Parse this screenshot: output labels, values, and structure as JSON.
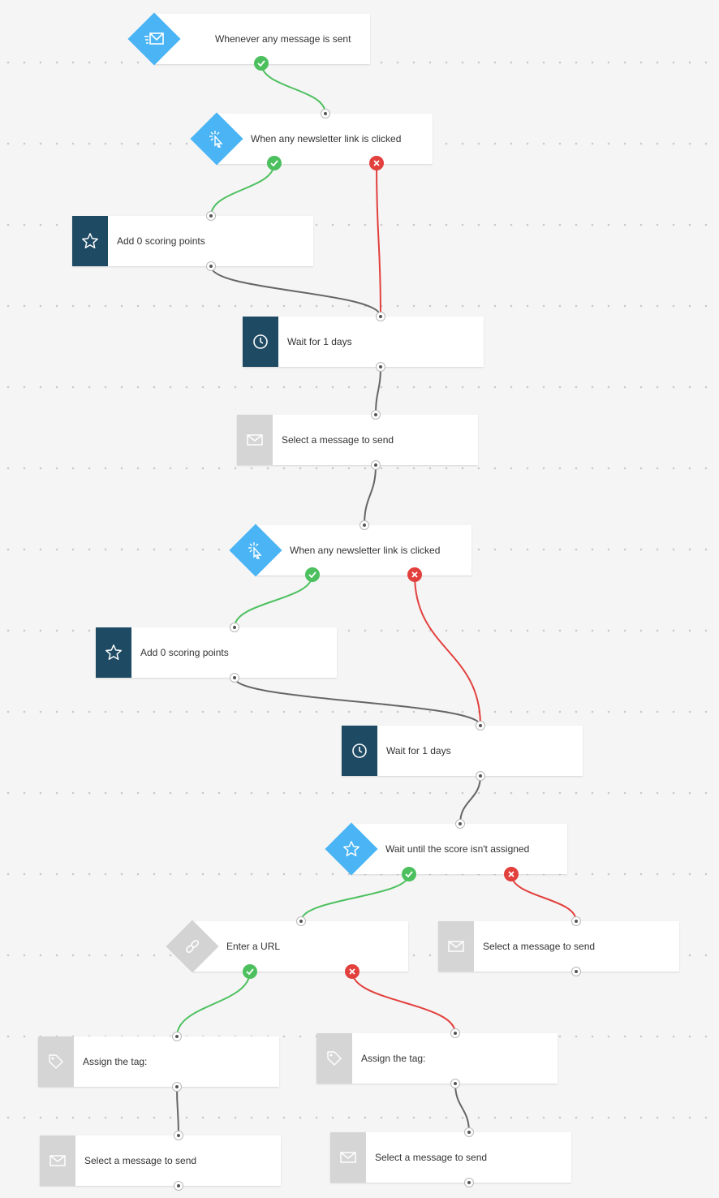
{
  "canvas": {
    "title": ""
  },
  "colors": {
    "trigger_blue": "#4ab4f4",
    "action_dark": "#1e4a63",
    "inactive_gray": "#d5d5d5",
    "yes_green": "#4cc05e",
    "no_red": "#e2403d",
    "wire_gray": "#666666"
  },
  "nodes": [
    {
      "id": "n1",
      "label": "Whenever any message is sent",
      "icon": "envelope-send-icon"
    },
    {
      "id": "n2",
      "label": "When any newsletter link is clicked",
      "icon": "cursor-click-icon"
    },
    {
      "id": "n3",
      "label": "Add 0 scoring points",
      "icon": "star-icon"
    },
    {
      "id": "n4",
      "label": "Wait for 1 days",
      "icon": "clock-icon"
    },
    {
      "id": "n5",
      "label": "Select a message to send",
      "icon": "envelope-icon"
    },
    {
      "id": "n6",
      "label": "When any newsletter link is clicked",
      "icon": "cursor-click-icon"
    },
    {
      "id": "n7",
      "label": "Add 0 scoring points",
      "icon": "star-icon"
    },
    {
      "id": "n8",
      "label": "Wait for 1 days",
      "icon": "clock-icon"
    },
    {
      "id": "n9",
      "label": "Wait until the score isn't assigned",
      "icon": "star-icon"
    },
    {
      "id": "n10",
      "label": "Enter a URL",
      "icon": "link-icon"
    },
    {
      "id": "n11",
      "label": "Select a message to send",
      "icon": "envelope-icon"
    },
    {
      "id": "n12",
      "label": "Assign the tag:",
      "icon": "tag-icon"
    },
    {
      "id": "n13",
      "label": "Assign the tag:",
      "icon": "tag-icon"
    },
    {
      "id": "n14",
      "label": "Select a message to send",
      "icon": "envelope-icon"
    },
    {
      "id": "n15",
      "label": "Select a message to send",
      "icon": "envelope-icon"
    }
  ],
  "connections": [
    {
      "from": "n1",
      "to": "n2",
      "type": "yes"
    },
    {
      "from": "n2",
      "to": "n3",
      "type": "yes"
    },
    {
      "from": "n2",
      "to": "n4",
      "type": "no"
    },
    {
      "from": "n3",
      "to": "n4",
      "type": "plain"
    },
    {
      "from": "n4",
      "to": "n5",
      "type": "plain"
    },
    {
      "from": "n5",
      "to": "n6",
      "type": "plain"
    },
    {
      "from": "n6",
      "to": "n7",
      "type": "yes"
    },
    {
      "from": "n6",
      "to": "n8",
      "type": "no"
    },
    {
      "from": "n7",
      "to": "n8",
      "type": "plain"
    },
    {
      "from": "n8",
      "to": "n9",
      "type": "plain"
    },
    {
      "from": "n9",
      "to": "n10",
      "type": "yes"
    },
    {
      "from": "n9",
      "to": "n11",
      "type": "no"
    },
    {
      "from": "n10",
      "to": "n12",
      "type": "yes"
    },
    {
      "from": "n10",
      "to": "n13",
      "type": "no"
    },
    {
      "from": "n12",
      "to": "n14",
      "type": "plain"
    },
    {
      "from": "n13",
      "to": "n15",
      "type": "plain"
    }
  ]
}
